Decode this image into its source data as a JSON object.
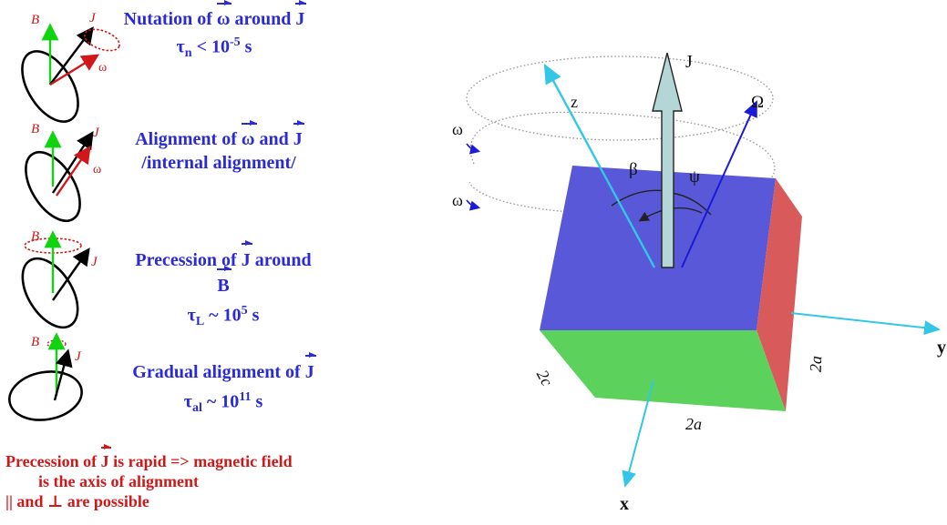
{
  "panels": [
    {
      "line1_pre": "Nutation of ",
      "v1": "ω",
      "line1_mid": " around ",
      "v2": "J",
      "line1_post": "",
      "tau": "τ",
      "tau_sub": "n",
      "relation": " < 10",
      "exp": "-5",
      "unit": " s"
    },
    {
      "line1_pre": "Alignment of ",
      "v1": "ω",
      "line1_mid": " and ",
      "v2": "J",
      "line1_post": "",
      "line2": "/internal alignment/"
    },
    {
      "line1_pre": "Precession of ",
      "v1": "J",
      "line1_mid": " around ",
      "v2": "B",
      "line1_post": "",
      "tau": "τ",
      "tau_sub": "L",
      "relation": " ~ 10",
      "exp": "5",
      "unit": " s"
    },
    {
      "line1_pre": "Gradual alignment of ",
      "v1": "J",
      "line1_mid": "",
      "v2": "",
      "line1_post": "",
      "tau": "τ",
      "tau_sub": "al",
      "relation": " ~ 10",
      "exp": "11",
      "unit": " s"
    }
  ],
  "icon_labels": {
    "b": "B",
    "j": "J",
    "w": "ω"
  },
  "conclusion": {
    "line1_pre": "Precession of ",
    "line1_vec": "J",
    "line1_post": " is rapid => magnetic field",
    "line2": "is the axis of alignment",
    "line3": "|| and ⊥ are possible"
  },
  "grain": {
    "labels": {
      "J": "J",
      "Omega": "Ω",
      "z": "z",
      "beta": "β",
      "psi": "ψ",
      "omega_top": "ω",
      "omega_bottom": "ω",
      "edge_2c": "2c",
      "edge_2a_bottom": "2a",
      "edge_2a_right": "2a",
      "axis_x": "x",
      "axis_y": "y"
    },
    "colors": {
      "top_face": "#5858d8",
      "front_face": "#5cd25c",
      "side_face": "#d85a5a",
      "axis": "#33c6e6",
      "omega_vec": "#1a1ad8",
      "j_arrow": "#b4d6d6"
    }
  }
}
